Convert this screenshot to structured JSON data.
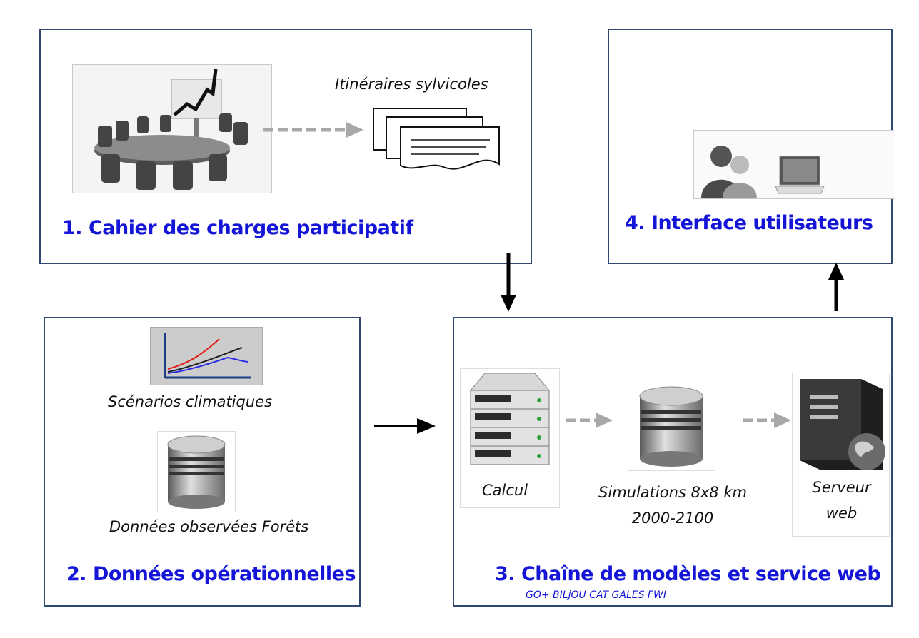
{
  "panels": {
    "p1": {
      "title": "1.  Cahier des charges participatif",
      "doc_caption": "Itinéraires sylvicoles"
    },
    "p2": {
      "title": "2. Données opérationnelles",
      "climate_caption": "Scénarios climatiques",
      "data_caption": "Données observées Forêts"
    },
    "p3": {
      "title": "3. Chaîne de  modèles et service web",
      "models": "GO+  BILjOU CAT  GALES  FWI",
      "calc_caption": "Calcul",
      "sim_caption_1": "Simulations 8x8 km",
      "sim_caption_2": "2000-2100",
      "server_caption_1": "Serveur",
      "server_caption_2": "web"
    },
    "p4": {
      "title": "4. Interface utilisateurs"
    }
  },
  "colors": {
    "border": "#2f4a6e",
    "title": "#1515d8",
    "dashed_arrow": "#a8a8a8",
    "arrow": "#000000"
  },
  "icons": [
    "meeting-room-icon",
    "documents-icon",
    "line-chart-icon",
    "database-icon",
    "server-rack-icon",
    "web-server-icon",
    "users-icon",
    "laptop-icon"
  ]
}
